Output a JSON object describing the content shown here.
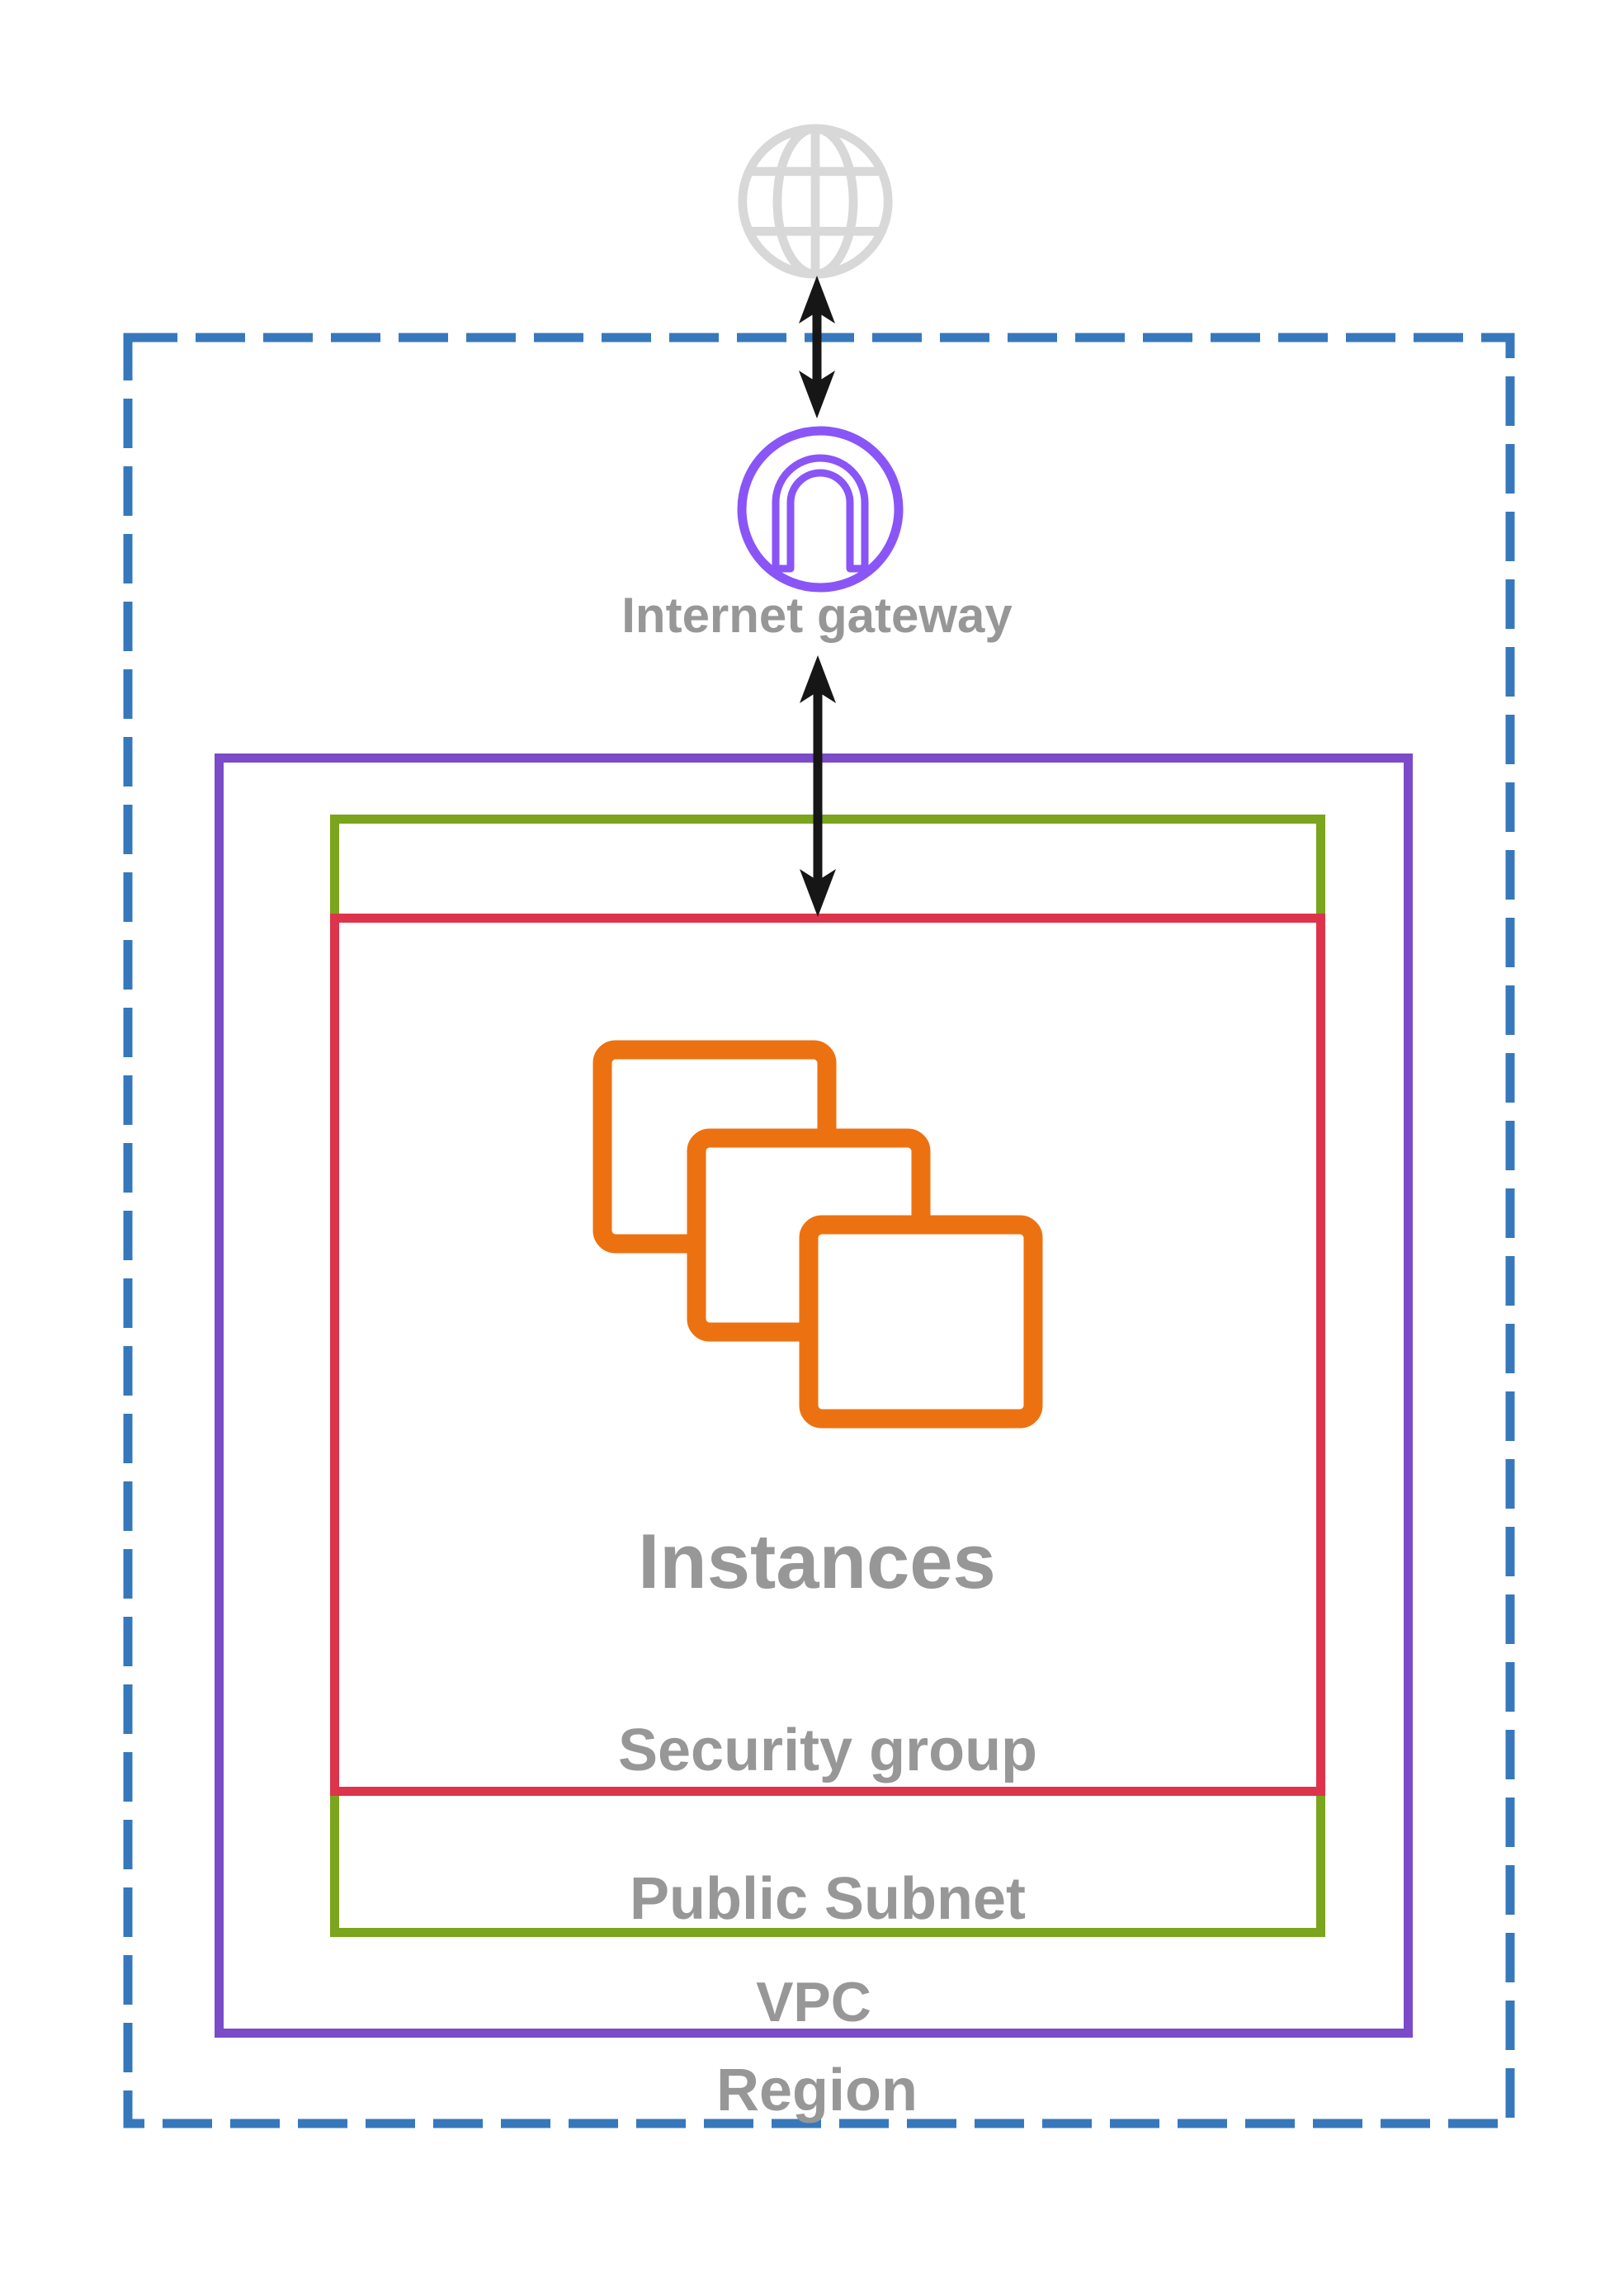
{
  "diagram": {
    "title": "VPC network diagram",
    "labels": {
      "internet_gateway": "Internet gateway",
      "instances": "Instances",
      "security_group": "Security group",
      "public_subnet": "Public Subnet",
      "vpc": "VPC",
      "region": "Region"
    },
    "icons": {
      "globe": "globe-icon",
      "internet_gateway": "internet-gateway-icon",
      "instances": "instances-icon",
      "arrows": "double-headed-arrow-icon"
    },
    "containers": [
      {
        "name": "Region",
        "border_style": "dashed",
        "color_key": "region_border"
      },
      {
        "name": "VPC",
        "border_style": "solid",
        "color_key": "vpc_border"
      },
      {
        "name": "Public Subnet",
        "border_style": "solid",
        "color_key": "subnet_border"
      },
      {
        "name": "Security group",
        "border_style": "solid",
        "color_key": "security_group_border"
      }
    ],
    "connections": [
      {
        "from": "internet",
        "to": "internet-gateway",
        "type": "bidirectional-arrow"
      },
      {
        "from": "internet-gateway",
        "to": "security-group",
        "type": "bidirectional-arrow"
      }
    ]
  },
  "colors": {
    "region_border": "#3778BC",
    "vpc_border": "#7B4BC8",
    "subnet_border": "#7AA51C",
    "security_group_border": "#DD344C",
    "gateway_purple": "#8A55F7",
    "instances_orange": "#EC7211",
    "globe_gray": "#D8D8D8",
    "label_gray": "#979797",
    "arrow_black": "#161616"
  }
}
